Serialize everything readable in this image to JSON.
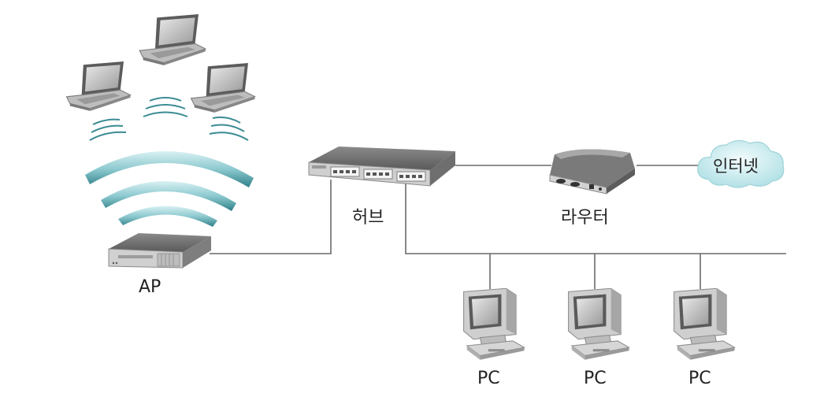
{
  "labels": {
    "ap": "AP",
    "hub": "허브",
    "router": "라우터",
    "internet": "인터넷",
    "pcs": [
      "PC",
      "PC",
      "PC"
    ]
  },
  "icons": [
    "laptop-icon",
    "wifi-waves-icon",
    "access-point-icon",
    "hub-icon",
    "router-icon",
    "cloud-icon",
    "desktop-pc-icon"
  ],
  "colors": {
    "line": "#666666",
    "wave": "#9fd3d8",
    "wave_dark": "#3a8b93",
    "cloud": "#cfeef2"
  }
}
